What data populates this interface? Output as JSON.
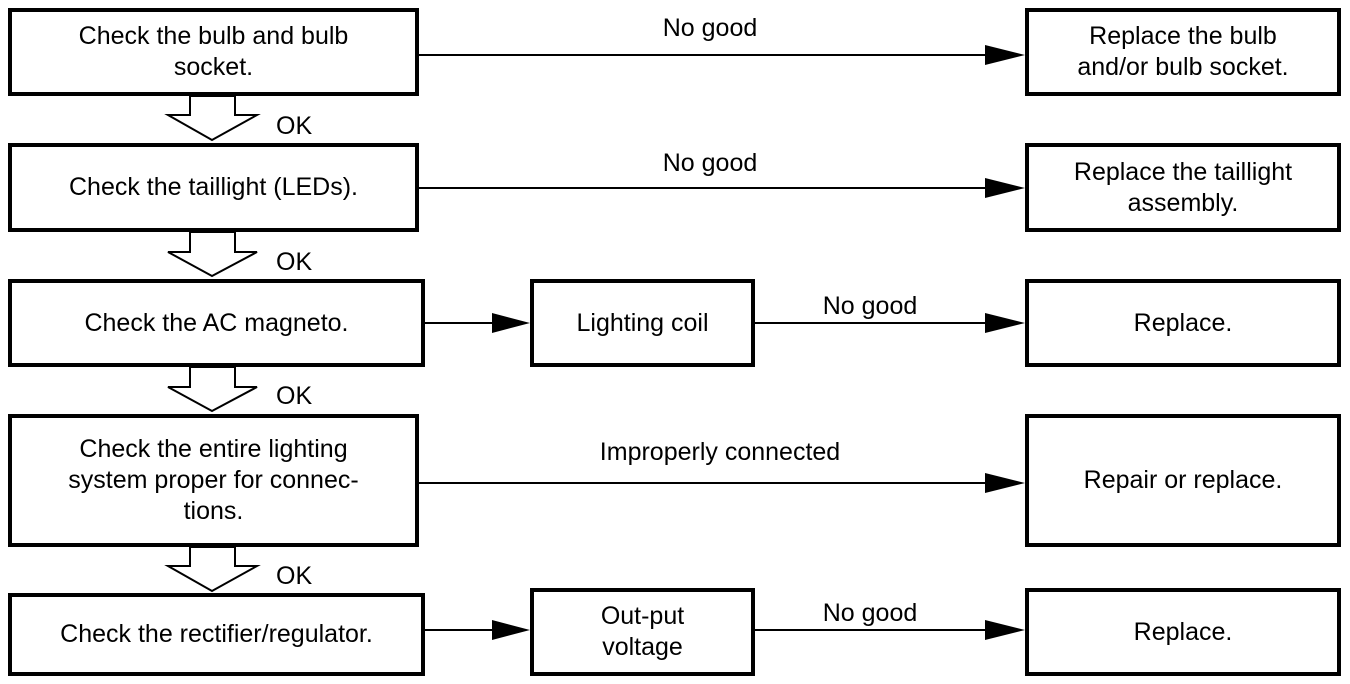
{
  "flowchart": {
    "step1": {
      "check": "Check the bulb and bulb\nsocket.",
      "fail_label": "No good",
      "action": "Replace the bulb\nand/or bulb socket.",
      "ok_label": "OK"
    },
    "step2": {
      "check": "Check the taillight (LEDs).",
      "fail_label": "No good",
      "action": "Replace the taillight\nassembly.",
      "ok_label": "OK"
    },
    "step3": {
      "check": "Check the AC magneto.",
      "sub_check": "Lighting coil",
      "fail_label": "No good",
      "action": "Replace.",
      "ok_label": "OK"
    },
    "step4": {
      "check": "Check the entire lighting\nsystem proper for connec-\ntions.",
      "fail_label": "Improperly connected",
      "action": "Repair or replace.",
      "ok_label": "OK"
    },
    "step5": {
      "check": "Check the rectifier/regulator.",
      "sub_check": "Out-put\nvoltage",
      "fail_label": "No good",
      "action": "Replace."
    }
  }
}
